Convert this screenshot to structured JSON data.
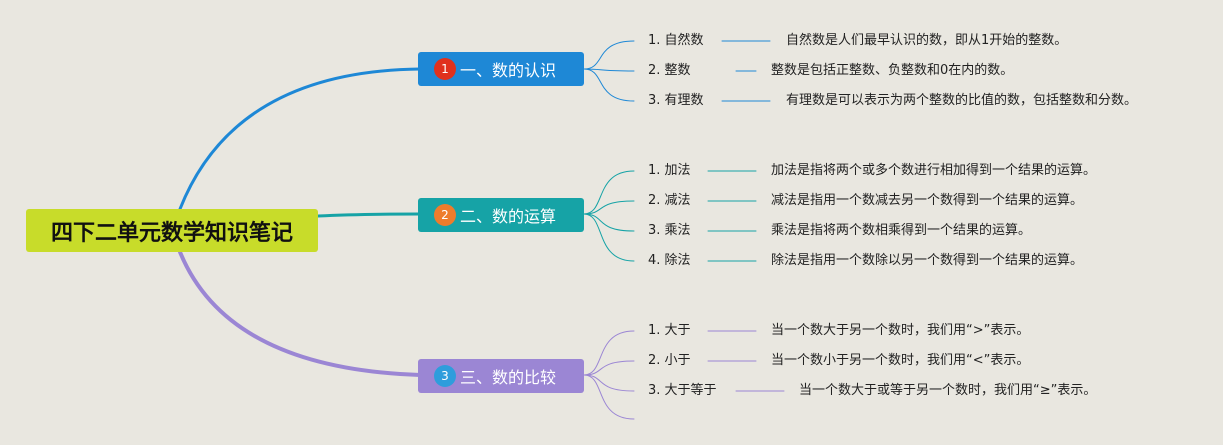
{
  "title": "四下二单元数学知识笔记",
  "colors": {
    "background": "#e9e7e0",
    "root": "#c8dc2a",
    "branch1": "#1e88d6",
    "branch2": "#16a3a6",
    "branch3": "#9b86d4",
    "badge1": "#e0311d",
    "badge2": "#ee7c2b",
    "badge3": "#2e9ddc"
  },
  "branches": [
    {
      "num": "1",
      "label": "一、数的认识",
      "items": [
        {
          "label": "1. 自然数",
          "desc": "自然数是人们最早认识的数，即从1开始的整数。"
        },
        {
          "label": "2. 整数",
          "desc": "整数是包括正整数、负整数和0在内的数。"
        },
        {
          "label": "3. 有理数",
          "desc": "有理数是可以表示为两个整数的比值的数，包括整数和分数。"
        }
      ]
    },
    {
      "num": "2",
      "label": "二、数的运算",
      "items": [
        {
          "label": "1. 加法",
          "desc": "加法是指将两个或多个数进行相加得到一个结果的运算。"
        },
        {
          "label": "2. 减法",
          "desc": "减法是指用一个数减去另一个数得到一个结果的运算。"
        },
        {
          "label": "3. 乘法",
          "desc": "乘法是指将两个数相乘得到一个结果的运算。"
        },
        {
          "label": "4. 除法",
          "desc": "除法是指用一个数除以另一个数得到一个结果的运算。"
        }
      ]
    },
    {
      "num": "3",
      "label": "三、数的比较",
      "items": [
        {
          "label": "1. 大于",
          "desc": "当一个数大于另一个数时，我们用“>”表示。"
        },
        {
          "label": "2. 小于",
          "desc": "当一个数小于另一个数时，我们用“<”表示。"
        },
        {
          "label": "3. 大于等于",
          "desc": "当一个数大于或等于另一个数时，我们用“≥”表示。"
        }
      ]
    }
  ]
}
